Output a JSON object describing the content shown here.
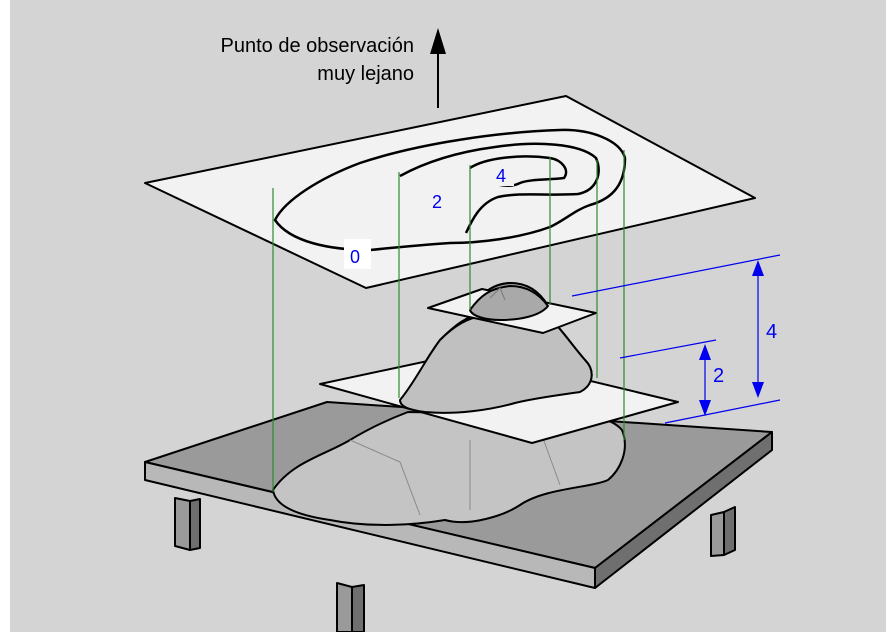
{
  "viewpoint": {
    "line1": "Punto de observación",
    "line2": "muy lejano"
  },
  "contour_labels": {
    "c0": "0",
    "c2": "2",
    "c4": "4"
  },
  "dimensions": {
    "h2": "2",
    "h4": "4"
  },
  "colors": {
    "background": "#d4d4d4",
    "plane": "#f2f2f2",
    "projection_lines": "#2e8b2e",
    "dimension": "#0000ee",
    "outline": "#000000"
  }
}
